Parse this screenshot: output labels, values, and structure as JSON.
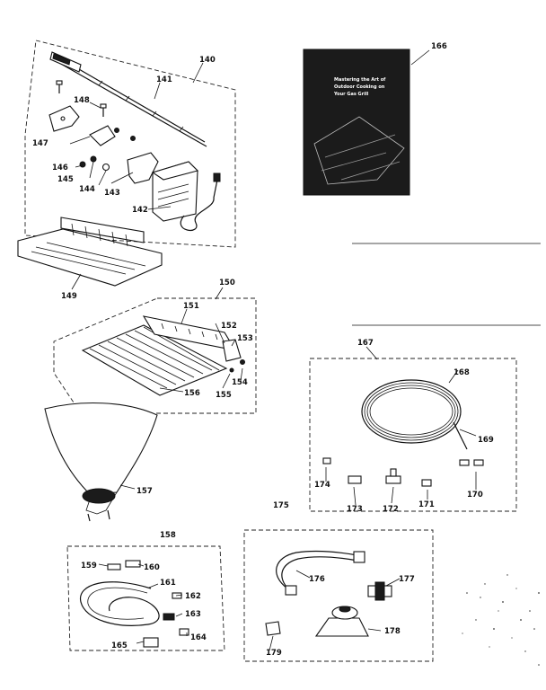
{
  "booklet": {
    "title_line1": "Mastering the Art of",
    "title_line2": "Outdoor Cooking on",
    "title_line3": "Your Gas Grill"
  },
  "callouts": [
    {
      "id": "c140",
      "label": "140"
    },
    {
      "id": "c141",
      "label": "141"
    },
    {
      "id": "c142",
      "label": "142"
    },
    {
      "id": "c143",
      "label": "143"
    },
    {
      "id": "c144",
      "label": "144"
    },
    {
      "id": "c145",
      "label": "145"
    },
    {
      "id": "c146",
      "label": "146"
    },
    {
      "id": "c147",
      "label": "147"
    },
    {
      "id": "c148",
      "label": "148"
    },
    {
      "id": "c149",
      "label": "149"
    },
    {
      "id": "c150",
      "label": "150"
    },
    {
      "id": "c151",
      "label": "151"
    },
    {
      "id": "c152",
      "label": "152"
    },
    {
      "id": "c153",
      "label": "153"
    },
    {
      "id": "c154",
      "label": "154"
    },
    {
      "id": "c155",
      "label": "155"
    },
    {
      "id": "c156",
      "label": "156"
    },
    {
      "id": "c157",
      "label": "157"
    },
    {
      "id": "c158",
      "label": "158"
    },
    {
      "id": "c159",
      "label": "159"
    },
    {
      "id": "c160",
      "label": "160"
    },
    {
      "id": "c161",
      "label": "161"
    },
    {
      "id": "c162",
      "label": "162"
    },
    {
      "id": "c163",
      "label": "163"
    },
    {
      "id": "c164",
      "label": "164"
    },
    {
      "id": "c165",
      "label": "165"
    },
    {
      "id": "c166",
      "label": "166"
    },
    {
      "id": "c167",
      "label": "167"
    },
    {
      "id": "c168",
      "label": "168"
    },
    {
      "id": "c169",
      "label": "169"
    },
    {
      "id": "c170",
      "label": "170"
    },
    {
      "id": "c171",
      "label": "171"
    },
    {
      "id": "c172",
      "label": "172"
    },
    {
      "id": "c173",
      "label": "173"
    },
    {
      "id": "c174",
      "label": "174"
    },
    {
      "id": "c175",
      "label": "175"
    },
    {
      "id": "c176",
      "label": "176"
    },
    {
      "id": "c177",
      "label": "177"
    },
    {
      "id": "c178",
      "label": "178"
    },
    {
      "id": "c179",
      "label": "179"
    }
  ]
}
